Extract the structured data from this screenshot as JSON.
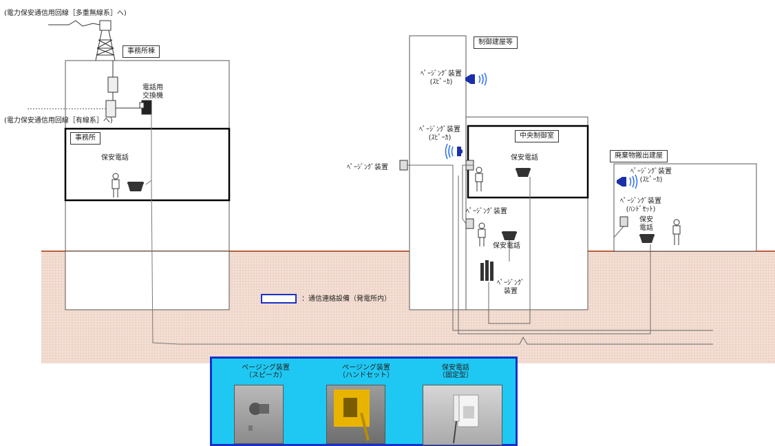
{
  "top_wireless_line": "(電力保安通信用回線［多重無線系］へ)",
  "wired_line": "(電力保安通信用回線［有線系］へ)",
  "office_building": "事務所棟",
  "office_room": "事務所",
  "office_phone": "保安電話",
  "exchange": [
    "電話用",
    "交換機"
  ],
  "control_building": "制御建屋等",
  "paging_speaker_1": [
    "ﾍﾟｰｼﾞﾝｸﾞ装置",
    "(ｽﾋﾟｰｶ)"
  ],
  "paging_speaker_2": [
    "ﾍﾟｰｼﾞﾝｸﾞ装置",
    "(ｽﾋﾟｰｶ)"
  ],
  "paging_device_left": "ﾍﾟｰｼﾞﾝｸﾞ装置",
  "central_control": "中央制御室",
  "central_phone": "保安電話",
  "paging_device_mid": "ﾍﾟｰｼﾞﾝｸﾞ装置",
  "lower_phone": "保安電話",
  "paging_cabinet": [
    "ﾍﾟｰｼﾞﾝｸﾞ",
    "装置"
  ],
  "waste_building": "廃棄物搬出建屋",
  "waste_speaker": [
    "ﾍﾟｰｼﾞﾝｸﾞ装置",
    "(ｽﾋﾟｰｶ)"
  ],
  "waste_handset": [
    "ﾍﾟｰｼﾞﾝｸﾞ装置",
    "(ﾊﾝﾄﾞｾｯﾄ)"
  ],
  "waste_phone": [
    "保安",
    "電話"
  ],
  "legend_text": "：通信連絡設備（発電所内）",
  "photos": [
    {
      "title": [
        "ページング装置",
        "（スピーカ）"
      ]
    },
    {
      "title": [
        "ページング装置",
        "（ハンドセット）"
      ]
    },
    {
      "title": [
        "保安電話",
        "（固定型）"
      ]
    }
  ],
  "colors": {
    "ground": "#f3ddd2",
    "panel": "#1ec8f2",
    "panel_border": "#1830c8",
    "speaker": "#1a2fa8",
    "wave": "#2a6cf0"
  }
}
